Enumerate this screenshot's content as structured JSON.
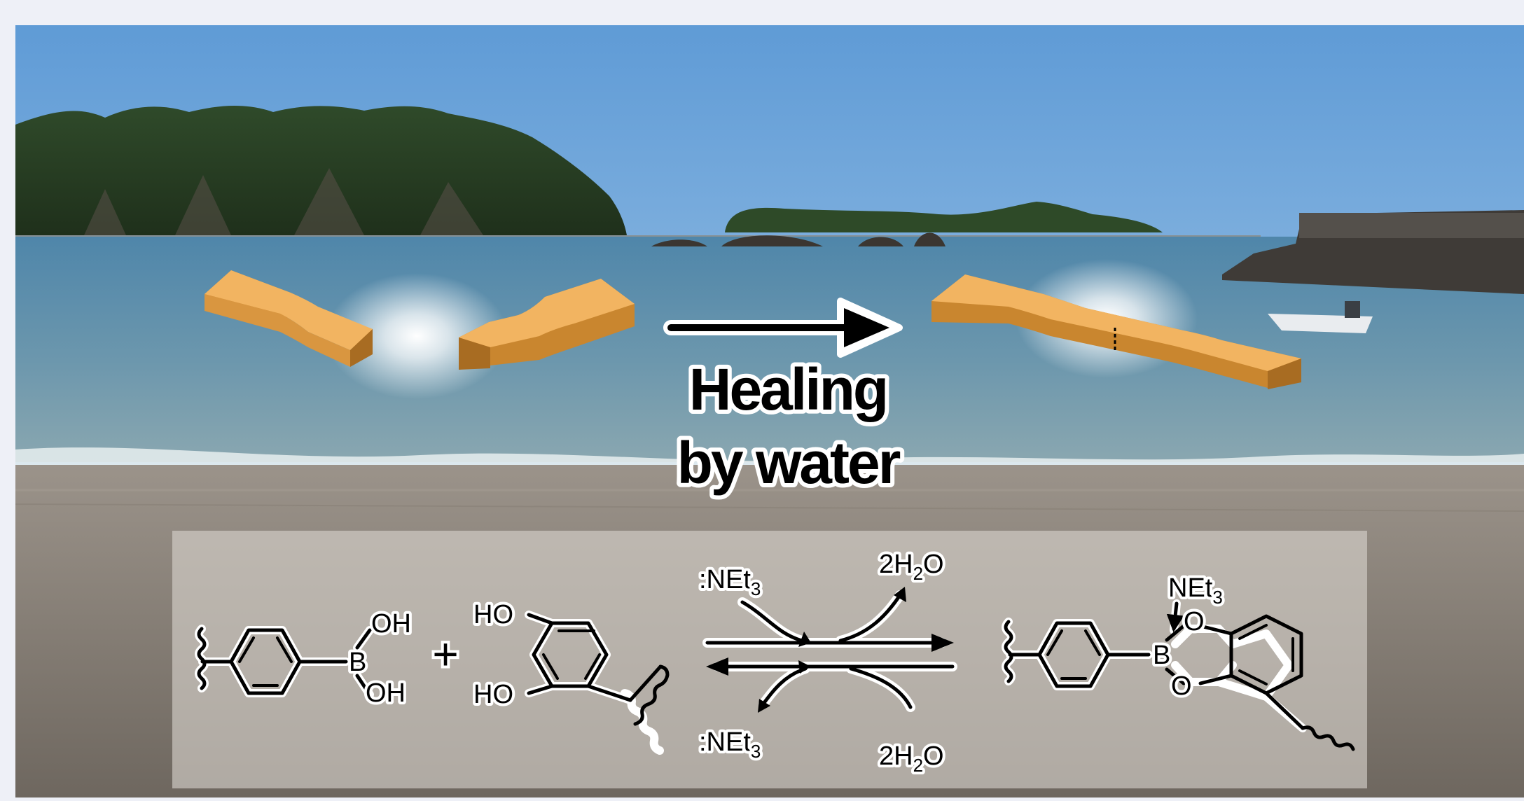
{
  "headline": {
    "line1": "Healing",
    "line2": "by water"
  },
  "scheme": {
    "boronic_acid": {
      "oh_top": "OH",
      "boron": "B",
      "oh_bottom": "OH"
    },
    "plus": "+",
    "catechol": {
      "ho_top": "HO",
      "ho_bottom": "HO"
    },
    "catalyst_top": ":NEt",
    "catalyst_top_sub": "3",
    "catalyst_bottom": ":NEt",
    "catalyst_bottom_sub": "3",
    "water_top_pre": "2H",
    "water_top_sub": "2",
    "water_top_post": "O",
    "water_bottom_pre": "2H",
    "water_bottom_sub": "2",
    "water_bottom_post": "O",
    "ester": {
      "net": "NEt",
      "net_sub": "3",
      "boron": "B",
      "o_top": "O",
      "o_bottom": "O"
    }
  },
  "colors": {
    "sky_top": "#5f9bd6",
    "sky_bottom": "#bcd8ef",
    "sea": "#5c8ba6",
    "sand": "#8e867b",
    "specimen_top": "#f2b461",
    "specimen_side": "#c9862f",
    "panel": "#d8d4cd"
  }
}
